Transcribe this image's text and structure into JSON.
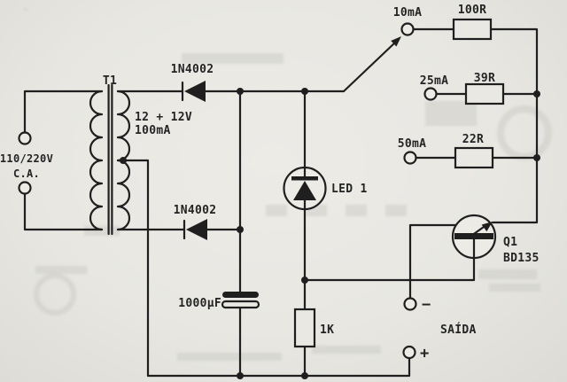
{
  "circuit": {
    "transformer": {
      "ref": "T1",
      "primary_voltage": "110/220V",
      "primary_type": "C.A.",
      "secondary_voltage": "12 + 12V",
      "secondary_current": "100mA"
    },
    "rectifier": {
      "diode_top": "1N4002",
      "diode_bottom": "1N4002"
    },
    "filter_capacitor": "1000µF",
    "led": "LED 1",
    "bias_resistor": "1K",
    "transistor": {
      "ref": "Q1",
      "part": "BD135"
    },
    "current_taps": [
      {
        "label": "10mA",
        "resistor": "100R"
      },
      {
        "label": "25mA",
        "resistor": "39R"
      },
      {
        "label": "50mA",
        "resistor": "22R"
      }
    ],
    "output": {
      "label": "SAÍDA",
      "negative": "−",
      "positive": "+"
    }
  },
  "colors": {
    "ink": "#1f1f1f",
    "paper": "#e8e7e2"
  }
}
